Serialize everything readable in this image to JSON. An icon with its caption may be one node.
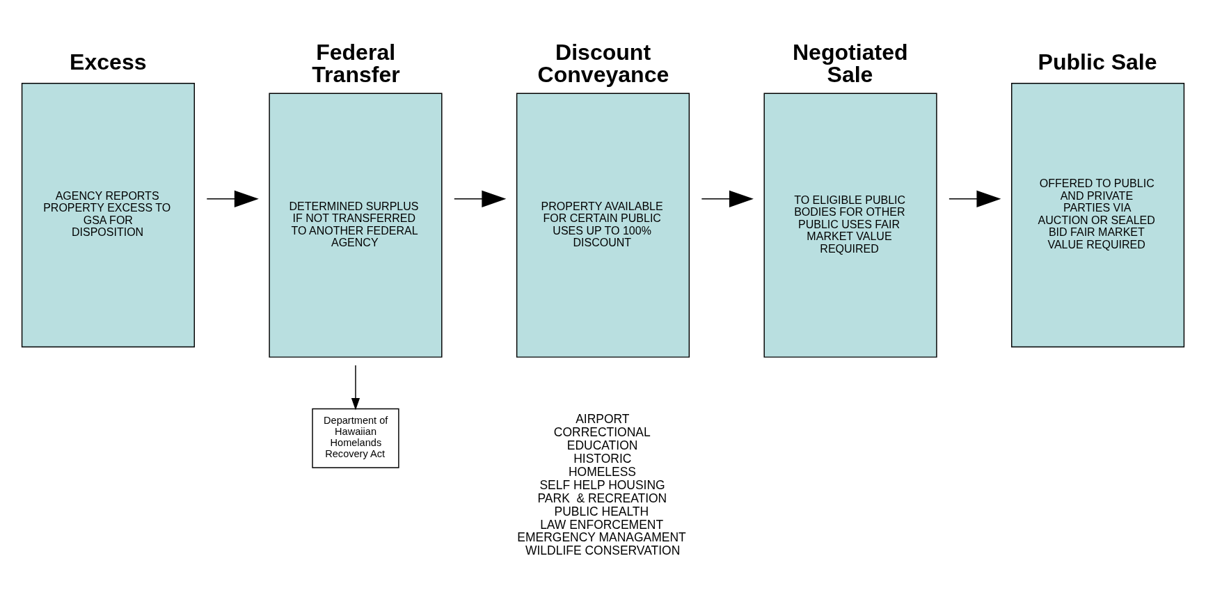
{
  "diagram": {
    "nodes": [
      {
        "text": [
          "Excess",
          "AGENCY REPORTS PROPERTY EXCESS TO GSA FOR DISPOSITION"
        ]
      },
      {
        "text": [
          "Federal Transfer",
          "DETERMINED SURPLUS IF NOT TRANSFERRED TO ANOTHER FEDERAL AGENCY"
        ]
      },
      {
        "text": [
          "Discount Conveyance",
          "PROPERTY AVAILABLE FOR CERTAIN PUBLIC USES UP TO 100% DISCOUNT"
        ]
      },
      {
        "text": [
          "Negotiated Sale",
          "TO ELIGIBLE PUBLIC BODIES FOR OTHER PUBLIC USES FAIR MARKET VALUE REQUIRED"
        ]
      },
      {
        "text": [
          "Public Sale",
          "OFFERED TO PUBLIC AND PRIVATE PARTIES VIA AUCTION OR SEALED BID FAIR MARKET VALUE REQUIRED"
        ]
      },
      {
        "text": [
          "Department of Hawaiian Homelands Recovery Act"
        ]
      }
    ],
    "edges": [
      {
        "from": 0,
        "to": 1,
        "arrow": "to"
      },
      {
        "from": 1,
        "to": 2,
        "arrow": "to"
      },
      {
        "from": 2,
        "to": 3,
        "arrow": "to"
      },
      {
        "from": 3,
        "to": 4,
        "arrow": "to"
      },
      {
        "from": 1,
        "to": 5,
        "arrow": "to"
      }
    ],
    "labels": [
      "AIRPORT",
      "CORRECTIONAL",
      "EDUCATION",
      "HISTORIC",
      "HOMELESS",
      "SELF HELP HOUSING",
      "PARK  & RECREATION",
      "PUBLIC HEALTH",
      "LAW ENFORCEMENT",
      "EMERGENCY MANAGAMENT",
      "WILDLIFE CONSERVATION"
    ]
  }
}
